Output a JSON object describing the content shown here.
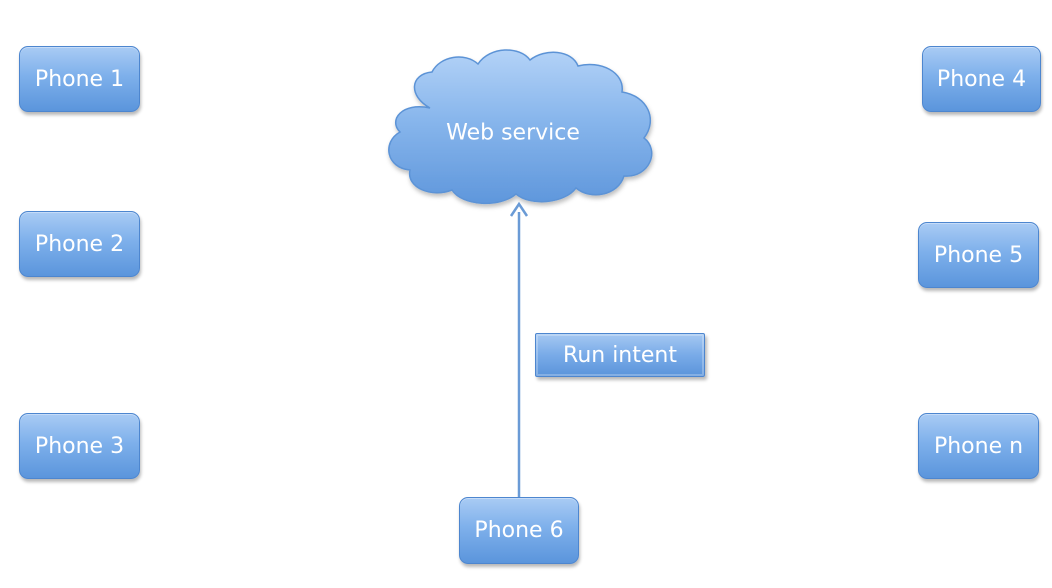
{
  "diagram": {
    "cloud": {
      "label": "Web service"
    },
    "phones": [
      {
        "id": "phone-1",
        "label": "Phone 1"
      },
      {
        "id": "phone-2",
        "label": "Phone 2"
      },
      {
        "id": "phone-3",
        "label": "Phone 3"
      },
      {
        "id": "phone-4",
        "label": "Phone 4"
      },
      {
        "id": "phone-5",
        "label": "Phone 5"
      },
      {
        "id": "phone-n",
        "label": "Phone n"
      },
      {
        "id": "phone-6",
        "label": "Phone 6"
      }
    ],
    "connection": {
      "from": "Phone 6",
      "to": "Web service",
      "label": "Run intent"
    },
    "colors": {
      "node_fill": "#79abe8",
      "node_border": "#4d86cf",
      "arrow": "#6a9bd6",
      "text": "#ffffff"
    }
  }
}
